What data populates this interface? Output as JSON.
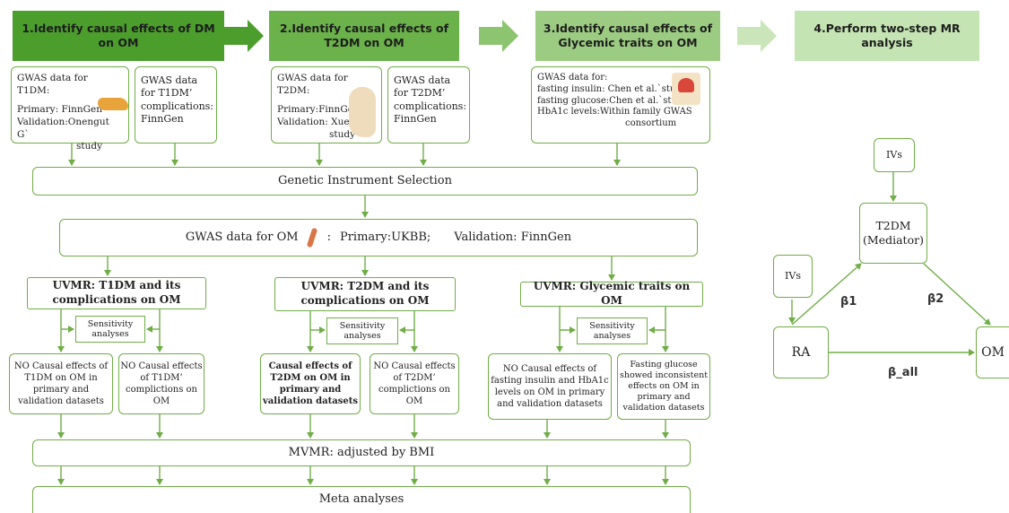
{
  "colors": {
    "green": "#70ad47",
    "step1": "#4b9d2c",
    "step2": "#6bb24a",
    "step3": "#9ccc82",
    "step4": "#c5e4b3"
  },
  "steps": [
    {
      "label": "1.Identify causal effects of DM on OM"
    },
    {
      "label": "2.Identify causal effects of T2DM on OM"
    },
    {
      "label": "3.Identify causal effects of Glycemic traits on OM"
    },
    {
      "label": "4.Perform two-step  MR analysis"
    }
  ],
  "col1": {
    "gwas_t1dm": {
      "title": "GWAS data for T1DM:",
      "primary": "Primary: FinnGen",
      "validation": "Validation:Onengut G`",
      "validation2": "study"
    },
    "gwas_comp": "GWAS data for T1DM’ complications: FinnGen",
    "uvmr": "UVMR: T1DM and its complications on OM",
    "sensitivity": "Sensitivity analyses",
    "result_a": "NO Causal effects of T1DM on OM in primary and validation datasets",
    "result_b": "NO Causal effects of T1DM’ complictions on OM"
  },
  "col2": {
    "gwas_t2dm": {
      "title": "GWAS data for T2DM:",
      "primary": "Primary:FinnGen",
      "validation": "Validation: Xue A`",
      "validation2": "study"
    },
    "gwas_comp": "GWAS data for T2DM’ complications: FinnGen",
    "uvmr": "UVMR: T2DM and its complications on OM",
    "sensitivity": "Sensitivity analyses",
    "result_a": "Causal effects of T2DM on OM in primary and validation datasets",
    "result_b": "NO Causal effects of T2DM’ complictions on OM"
  },
  "col3": {
    "gwas": {
      "title": "GWAS data for:",
      "l1": "fasting insulin: Chen et al.`study;",
      "l2": "fasting glucose:Chen et al.`study;",
      "l3": "HbA1c levels:Within family GWAS",
      "l4": "consortium"
    },
    "uvmr": "UVMR: Glycemic traits on OM",
    "sensitivity": "Sensitivity analyses",
    "result_a": "NO Causal effects of fasting insulin and HbA1c levels on OM in primary and validation datasets",
    "result_b": "Fasting glucose showed inconsistent effects on OM in primary and validation datasets"
  },
  "flow": {
    "instrument": "Genetic Instrument Selection",
    "gwas_om": {
      "prefix": "GWAS data for OM",
      "colon": ":",
      "primary": "Primary:UKBB;",
      "validation": "Validation:  FinnGen"
    },
    "mvmr": "MVMR: adjusted by BMI",
    "meta": "Meta analyses"
  },
  "mr": {
    "ivs_top": "IVs",
    "t2dm": "T2DM",
    "mediator": "(Mediator)",
    "ivs_left": "IVs",
    "ra": "RA",
    "om": "OM",
    "b1": "β1",
    "b2": "β2",
    "ball": "β_all"
  }
}
